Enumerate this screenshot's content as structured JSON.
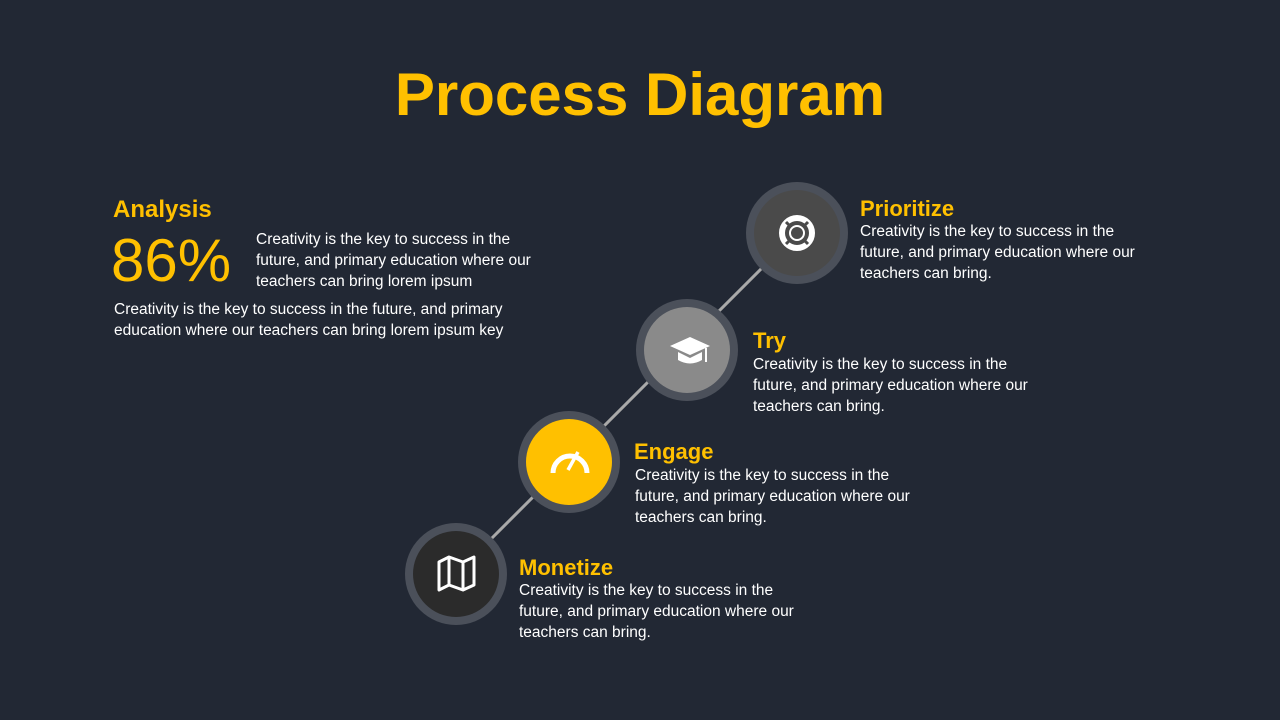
{
  "title": "Process Diagram",
  "analysis": {
    "heading": "Analysis",
    "percent": "86%",
    "side_text": "Creativity is the key to success in the future, and primary education where our teachers can bring lorem ipsum",
    "body_text": "Creativity is the key to success in the future, and primary education where our teachers can bring lorem ipsum key"
  },
  "steps": [
    {
      "title": "Prioritize",
      "text": "Creativity is the key to success in the future, and primary education where our teachers can bring.",
      "icon": "lifebuoy-icon",
      "color": "#4a4a4a"
    },
    {
      "title": "Try",
      "text": "Creativity is the key to success in the future, and primary education where our teachers can bring.",
      "icon": "graduation-cap-icon",
      "color": "#8a8a8a"
    },
    {
      "title": "Engage",
      "text": "Creativity is the key to success in the future, and primary education where our teachers can bring.",
      "icon": "speedometer-icon",
      "color": "#FFC000"
    },
    {
      "title": "Monetize",
      "text": "Creativity is the key to success in the future, and primary education where our teachers can bring.",
      "icon": "map-icon",
      "color": "#2b2b2b"
    }
  ],
  "colors": {
    "accent": "#FFC000",
    "background": "#222834",
    "ring": "#4b505a"
  }
}
